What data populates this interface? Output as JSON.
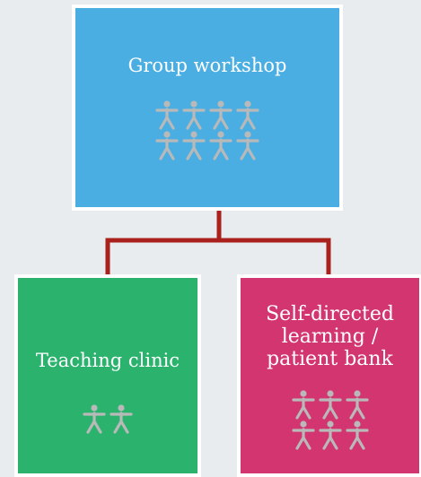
{
  "colors": {
    "background": "#e8ecee",
    "workshop": "#4baee2",
    "clinic": "#2bb36e",
    "self_directed": "#d2356f",
    "connector": "#a9201c",
    "figure": "#b9b9b9"
  },
  "nodes": {
    "workshop": {
      "label": "Group workshop",
      "icon": "person-icon",
      "people_rows": [
        4,
        4
      ]
    },
    "clinic": {
      "label": "Teaching clinic",
      "icon": "person-icon",
      "people_rows": [
        2
      ]
    },
    "self_directed": {
      "label_lines": [
        "Self-directed",
        "learning  /",
        "patient bank"
      ],
      "icon": "person-icon",
      "people_rows": [
        3,
        3
      ]
    }
  }
}
